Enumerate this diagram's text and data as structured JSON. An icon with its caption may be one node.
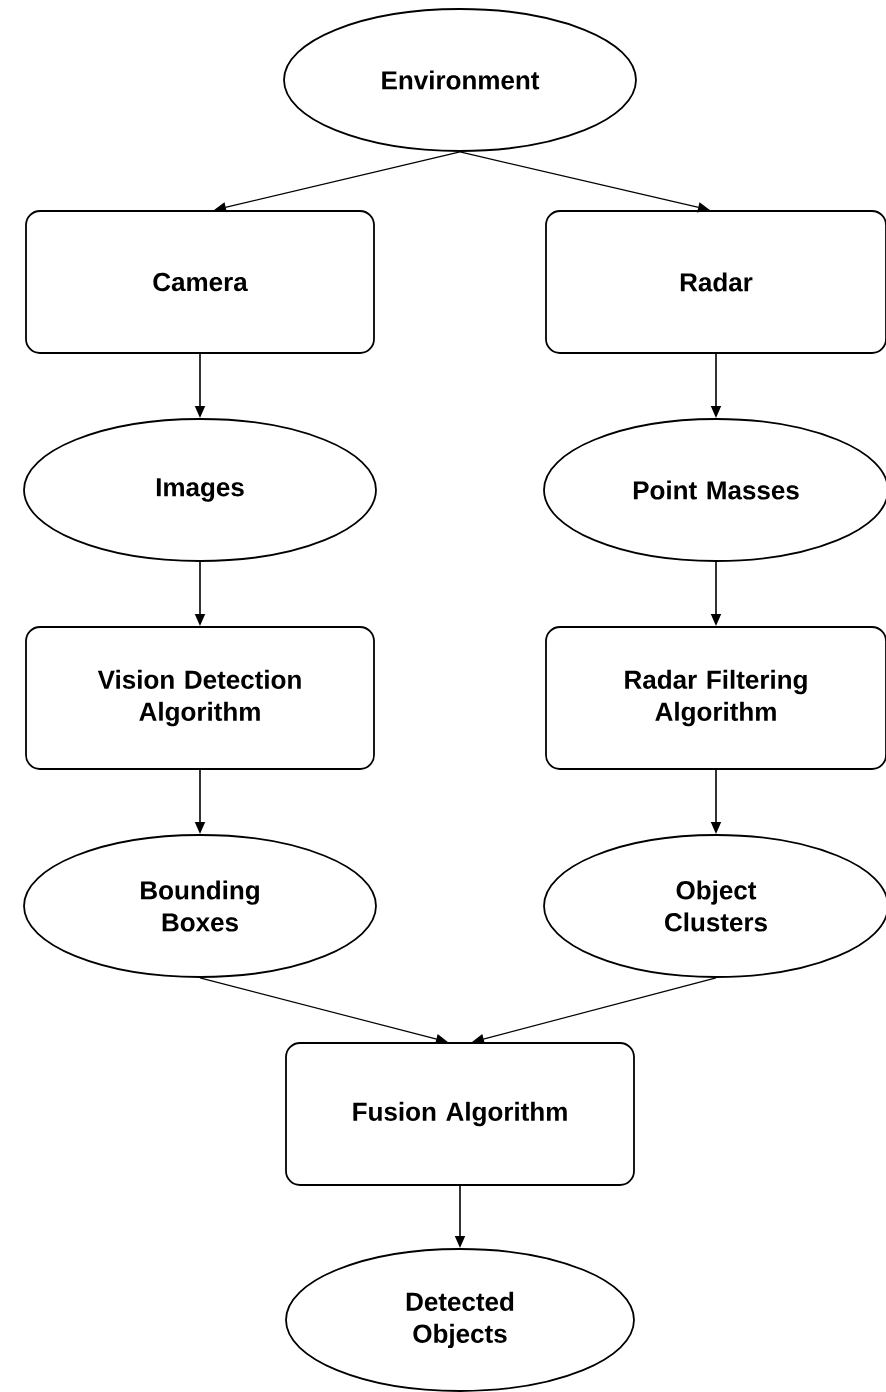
{
  "diagram": {
    "nodes": [
      {
        "text": [
          "Environment"
        ]
      },
      {
        "text": [
          "Camera"
        ]
      },
      {
        "text": [
          "Radar"
        ]
      },
      {
        "text": [
          "Images"
        ]
      },
      {
        "text": [
          "Point Masses"
        ]
      },
      {
        "text": [
          "Vision Detection Algorithm"
        ]
      },
      {
        "text": [
          "Radar Filtering Algorithm"
        ]
      },
      {
        "text": [
          "Bounding Boxes"
        ]
      },
      {
        "text": [
          "Object Clusters"
        ]
      },
      {
        "text": [
          "Fusion Algorithm"
        ]
      },
      {
        "text": [
          "Detected Objects"
        ]
      }
    ],
    "edges": [
      {
        "from": 0,
        "to": 1,
        "arrow": "to"
      },
      {
        "from": 0,
        "to": 2,
        "arrow": "to"
      },
      {
        "from": 1,
        "to": 3,
        "arrow": "to"
      },
      {
        "from": 2,
        "to": 4,
        "arrow": "to"
      },
      {
        "from": 3,
        "to": 5,
        "arrow": "to"
      },
      {
        "from": 4,
        "to": 6,
        "arrow": "to"
      },
      {
        "from": 5,
        "to": 7,
        "arrow": "to"
      },
      {
        "from": 6,
        "to": 8,
        "arrow": "to"
      },
      {
        "from": 7,
        "to": 9,
        "arrow": "to"
      },
      {
        "from": 8,
        "to": 9,
        "arrow": "to"
      },
      {
        "from": 9,
        "to": 10,
        "arrow": "to"
      }
    ]
  }
}
